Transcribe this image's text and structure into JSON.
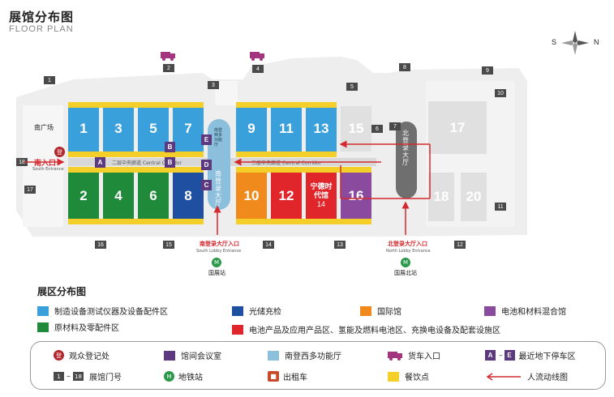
{
  "header": {
    "title": "展馆分布图",
    "subtitle": "FLOOR PLAN"
  },
  "compass": {
    "s": "S",
    "n": "N"
  },
  "halls": {
    "h1": "1",
    "h2": "2",
    "h3": "3",
    "h4": "4",
    "h5": "5",
    "h6": "6",
    "h7": "7",
    "h8": "8",
    "h9": "9",
    "h10": "10",
    "h11": "11",
    "h12": "12",
    "h13": "13",
    "h14": "14",
    "h15": "15",
    "h16": "16",
    "h17": "17",
    "h18": "18",
    "h20": "20",
    "h14_name": "宁德时代馆"
  },
  "map_labels": {
    "south_square": "南广场",
    "south_entrance": "南入口",
    "south_entrance_en": "South Entrance",
    "corridor": "二层中央廊道 Central Corridor",
    "south_lobby": "南登录大厅",
    "south_lobby_entrance": "南登录大厅入口",
    "south_lobby_entrance_en": "South Lobby Entrance",
    "north_lobby": "北登录大厅",
    "north_lobby_entrance": "北登录大厅入口",
    "north_lobby_entrance_en": "North Lobby Entrance",
    "south_west_hall": "南登西多功能厅",
    "metro_south": "国展站",
    "metro_north": "国展北站",
    "register": "登"
  },
  "parking": {
    "a": "A",
    "b": "B",
    "c": "C",
    "d": "D",
    "e": "E"
  },
  "gates": [
    "1",
    "2",
    "3",
    "4",
    "5",
    "6",
    "7",
    "8",
    "9",
    "10",
    "11",
    "12",
    "13",
    "14",
    "15",
    "16",
    "17",
    "18"
  ],
  "legend": {
    "title": "展区分布图",
    "items": [
      {
        "label": "制造设备测试仪器及设备配件区",
        "color": "#3aa0db"
      },
      {
        "label": "光储充检",
        "color": "#1f4fa0"
      },
      {
        "label": "国际馆",
        "color": "#f08a1d"
      },
      {
        "label": "电池和材料混合馆",
        "color": "#8a4a9e"
      },
      {
        "label": "原材料及零配件区",
        "color": "#1e8a3a"
      },
      {
        "label": "电池产品及应用产品区、氢能及燃料电池区、充换电设备及配套设施区",
        "color": "#e0252b"
      }
    ]
  },
  "keys": {
    "register": "观众登记处",
    "meeting": "馆间会议室",
    "multi_hall": "南登西多功能厅",
    "truck": "货车入口",
    "parking": "最近地下停车区",
    "parking_a": "A",
    "parking_e": "E",
    "gate_range_start": "1",
    "gate_range_end": "18",
    "gate": "展馆门号",
    "metro": "地铁站",
    "taxi": "出租车",
    "food": "餐饮点",
    "flow": "人流动线图",
    "dash": "–",
    "metro_icon": "M",
    "taxi_icon": "🚕"
  },
  "colors": {
    "blue": "#3aa0db",
    "darkblue": "#1f4fa0",
    "green": "#1e8a3a",
    "red": "#e0252b",
    "orange": "#f08a1d",
    "purple": "#8a4a9e",
    "yellow": "#f4cf2a",
    "grey": "#e0e0e0"
  }
}
